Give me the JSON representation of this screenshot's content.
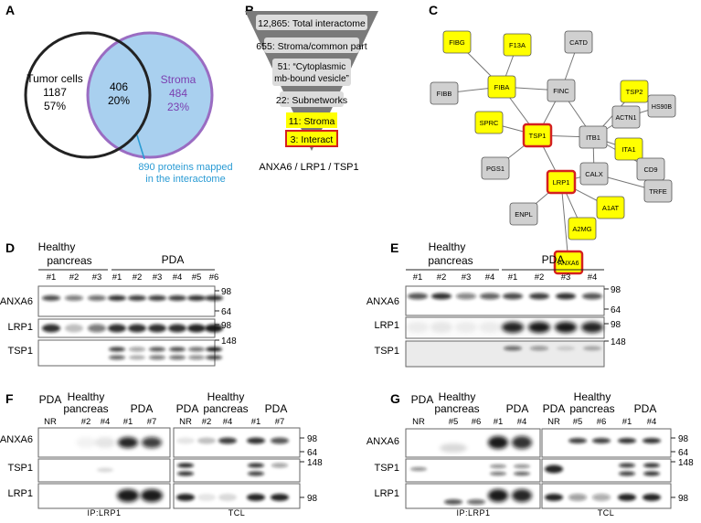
{
  "panels": {
    "a": "A",
    "b": "B",
    "c": "C",
    "d": "D",
    "e": "E",
    "f": "F",
    "g": "G"
  },
  "venn": {
    "tumor_label": "Tumor cells",
    "tumor_count": "1187",
    "tumor_pct": "57%",
    "overlap_count": "406",
    "overlap_pct": "20%",
    "stroma_label": "Stroma",
    "stroma_count": "484",
    "stroma_pct": "23%",
    "note_line1": "890 proteins mapped",
    "note_line2": "in the interactome",
    "colors": {
      "stroma_fill": "#a9d0ef",
      "stroma_stroke": "#9a6cc2",
      "stroma_text": "#7b3fb0",
      "note": "#2a9bd4"
    }
  },
  "funnel": {
    "steps": [
      "12,865: Total interactome",
      "655: Stroma/common part",
      "51: “Cytoplasmic",
      "mb-bound vesicle”",
      "22: Subnetworks",
      "11: Stroma",
      "3: Interact"
    ],
    "result": "ANXA6 / LRP1 / TSP1"
  },
  "network": {
    "nodes": [
      "FIBG",
      "F13A",
      "CATD",
      "FIBB",
      "FIBA",
      "FINC",
      "TSP2",
      "HS90B",
      "ACTN1",
      "SPRC",
      "TSP1",
      "ITB1",
      "ITA1",
      "CD9",
      "PGS1",
      "CALX",
      "TRFE",
      "LRP1",
      "A1AT",
      "ENPL",
      "A2MG",
      "ANXA6"
    ],
    "colors": {
      "highlight": "#ffff00",
      "default": "#d0d0d0",
      "hub_border": "#d42020"
    }
  },
  "panel_d": {
    "group_healthy_1": "Healthy",
    "group_healthy_2": "pancreas",
    "group_pda": "PDA",
    "lanes": [
      "#1",
      "#2",
      "#3",
      "#1",
      "#2",
      "#3",
      "#4",
      "#5",
      "#6"
    ],
    "rows": [
      "ANXA6",
      "LRP1",
      "TSP1"
    ],
    "markers": [
      "98",
      "64",
      "98",
      "148"
    ]
  },
  "panel_e": {
    "group_healthy_1": "Healthy",
    "group_healthy_2": "pancreas",
    "group_pda": "PDA",
    "lanes": [
      "#1",
      "#2",
      "#3",
      "#4",
      "#1",
      "#2",
      "#3",
      "#4"
    ],
    "rows": [
      "ANXA6",
      "LRP1",
      "TSP1"
    ],
    "markers": [
      "98",
      "64",
      "98",
      "148"
    ]
  },
  "panel_f": {
    "pda": "PDA",
    "healthy_1": "Healthy",
    "healthy_2": "pancreas",
    "lanes": [
      "NR",
      "#2",
      "#4",
      "#1",
      "#7"
    ],
    "rows": [
      "ANXA6",
      "TSP1",
      "LRP1"
    ],
    "markers": [
      "98",
      "64",
      "148",
      "98"
    ],
    "ip_label": "IP:LRP1",
    "tcl_label": "TCL"
  },
  "panel_g": {
    "pda": "PDA",
    "healthy_1": "Healthy",
    "healthy_2": "pancreas",
    "lanes": [
      "NR",
      "#5",
      "#6",
      "#1",
      "#4"
    ],
    "rows": [
      "ANXA6",
      "TSP1",
      "LRP1"
    ],
    "markers": [
      "98",
      "64",
      "148",
      "98"
    ],
    "ip_label": "IP:LRP1",
    "tcl_label": "TCL"
  }
}
